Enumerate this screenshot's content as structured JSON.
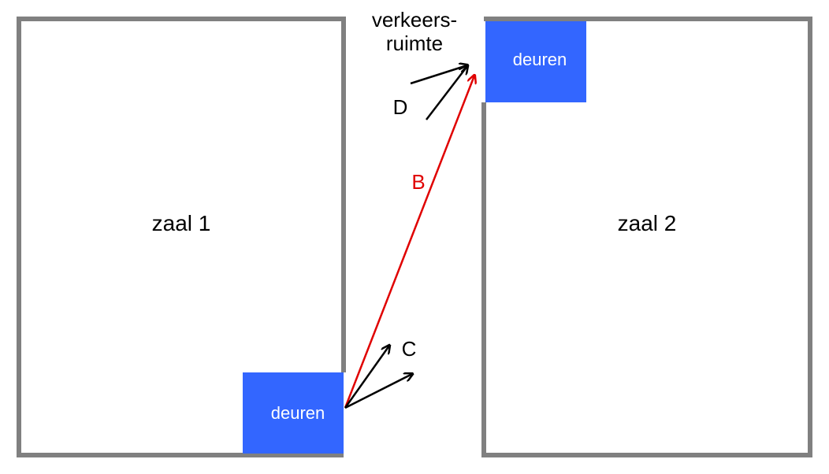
{
  "diagram": {
    "rooms": [
      {
        "id": "room1",
        "label": "zaal 1"
      },
      {
        "id": "room2",
        "label": "zaal 2"
      }
    ],
    "doors": [
      {
        "id": "door1",
        "label": "deuren"
      },
      {
        "id": "door2",
        "label": "deuren"
      }
    ],
    "corridor": {
      "line1": "verkeers-",
      "line2": "ruimte"
    },
    "arrows": {
      "B": {
        "label": "B",
        "color": "#e00000"
      },
      "C": {
        "label": "C",
        "color": "#000000"
      },
      "D": {
        "label": "D",
        "color": "#000000"
      }
    },
    "colors": {
      "wall": "#808080",
      "door": "#3366ff",
      "door_text": "#ffffff",
      "text": "#000000"
    }
  }
}
